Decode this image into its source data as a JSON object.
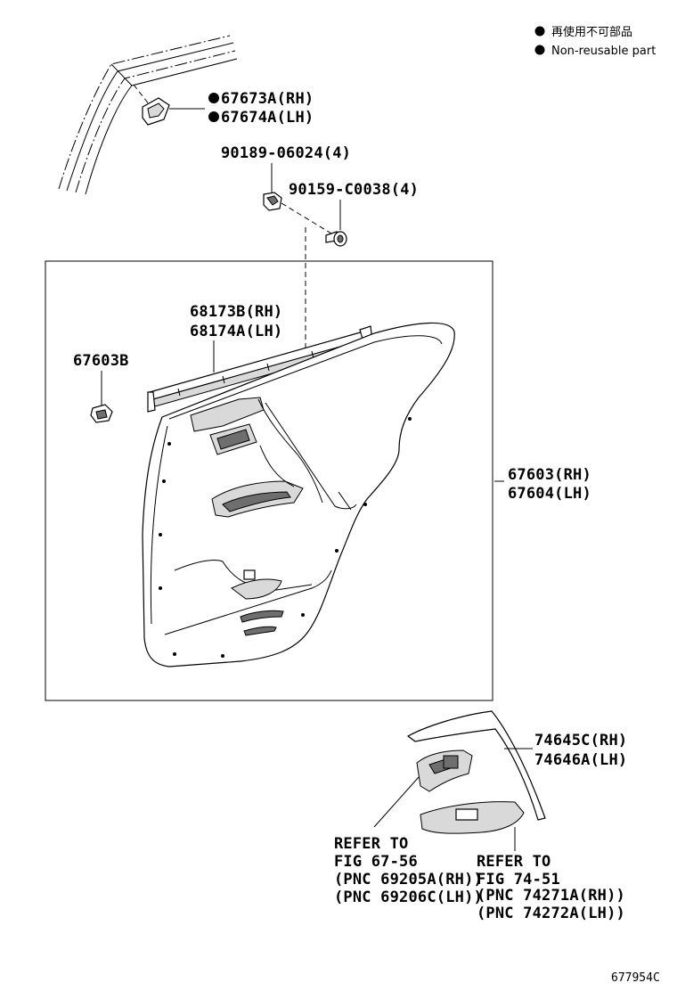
{
  "legend": {
    "line1": "再使用不可部品",
    "line2": "Non-reusable part"
  },
  "labels": {
    "clip_rh": "67673A(RH)",
    "clip_lh": "67674A(LH)",
    "nut": "90189-06024(4)",
    "screw": "90159-C0038(4)",
    "weatherstrip_rh": "68173B(RH)",
    "weatherstrip_lh": "68174A(LH)",
    "clip_single": "67603B",
    "panel_rh": "67603(RH)",
    "panel_lh": "67604(LH)",
    "garnish_rh": "74645C(RH)",
    "garnish_lh": "74646A(LH)"
  },
  "refer_left": {
    "line1": "REFER TO",
    "line2": "FIG 67-56",
    "line3": "(PNC 69205A(RH))",
    "line4": "(PNC 69206C(LH))"
  },
  "refer_right": {
    "line1": "REFER TO",
    "line2": "FIG 74-51",
    "line3": "(PNC 74271A(RH))",
    "line4": "(PNC 74272A(LH))"
  },
  "figure_number": "677954C"
}
